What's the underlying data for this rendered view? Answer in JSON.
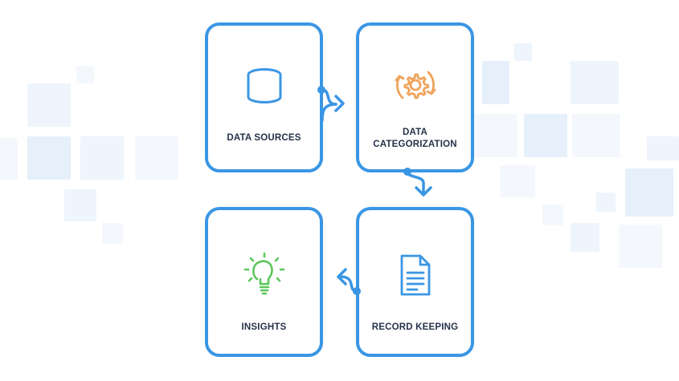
{
  "steps": [
    {
      "label": "DATA SOURCES",
      "icon": "database-icon",
      "color": "#3a96e4"
    },
    {
      "label_lines": [
        "DATA",
        "CATEGORIZATION"
      ],
      "icon": "gear-cycle-icon",
      "color": "#f0a35a"
    },
    {
      "label": "RECORD KEEPING",
      "icon": "document-icon",
      "color": "#3a96e4"
    },
    {
      "label": "INSIGHTS",
      "icon": "lightbulb-icon",
      "color": "#5bc75b"
    }
  ],
  "colors": {
    "border": "#3a96e4",
    "text": "#26324a",
    "background_squares": "#eef5fc"
  }
}
